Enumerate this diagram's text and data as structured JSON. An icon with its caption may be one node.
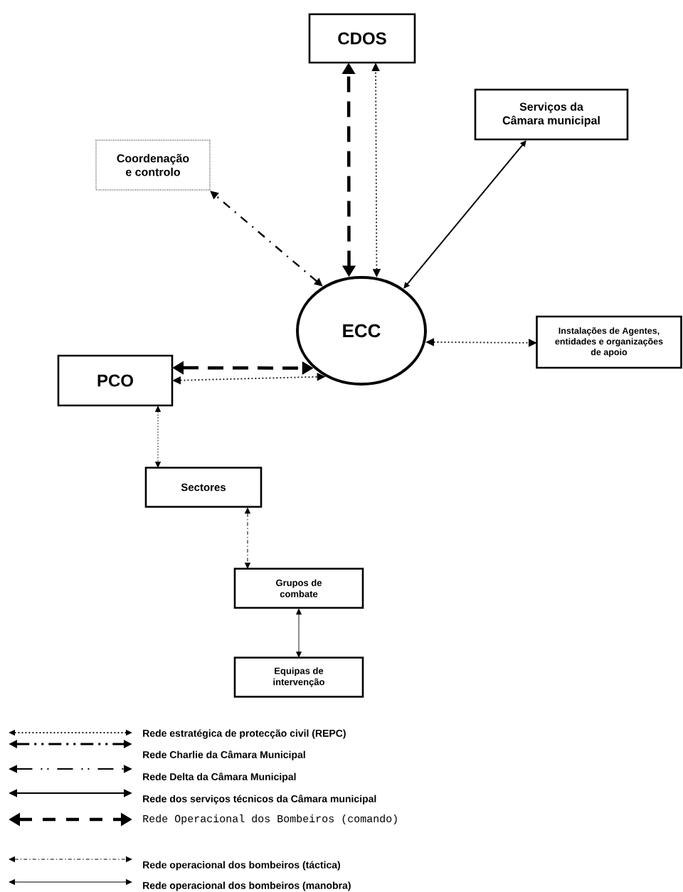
{
  "diagram": {
    "nodes": [
      {
        "text": [
          "CDOS"
        ]
      },
      {
        "text": [
          "Serviços da Câmara municipal"
        ]
      },
      {
        "text": [
          "Coordenação e controlo"
        ]
      },
      {
        "text": [
          "ECC"
        ]
      },
      {
        "text": [
          "Instalações de Agentes, entidades e organizações de apoio"
        ]
      },
      {
        "text": [
          "PCO"
        ]
      },
      {
        "text": [
          "Sectores"
        ]
      },
      {
        "text": [
          "Grupos de combate"
        ]
      },
      {
        "text": [
          "Equipas de intervenção"
        ]
      }
    ],
    "edges": [
      {
        "from": 3,
        "to": 0,
        "arrow": "both",
        "style": "dashed"
      },
      {
        "from": 3,
        "to": 0,
        "arrow": "both",
        "style": "dashed"
      },
      {
        "from": 3,
        "to": 1,
        "arrow": "both"
      },
      {
        "from": 3,
        "to": 2,
        "arrow": "both",
        "style": "dashed"
      },
      {
        "from": 3,
        "to": 4,
        "arrow": "both",
        "style": "dashed"
      },
      {
        "from": 5,
        "to": 3,
        "arrow": "both",
        "style": "dashed"
      },
      {
        "from": 5,
        "to": 3,
        "arrow": "both",
        "style": "dashed"
      },
      {
        "from": 5,
        "to": 6,
        "arrow": "both",
        "style": "dashed"
      },
      {
        "from": 6,
        "to": 7,
        "arrow": "both",
        "style": "dashed"
      },
      {
        "from": 7,
        "to": 8,
        "arrow": "both"
      }
    ],
    "legend": [
      {
        "text": "Rede estratégica de protecção civil (REPC)"
      },
      {
        "text": "Rede Charlie da Câmara Municipal"
      },
      {
        "text": "Rede Delta da Câmara Municipal"
      },
      {
        "text": "Rede dos serviços técnicos da Câmara municipal"
      },
      {
        "text": "Rede Operacional dos Bombeiros (comando)"
      },
      {
        "text": "Rede operacional dos bombeiros (táctica)"
      },
      {
        "text": "Rede operacional dos bombeiros (manobra)"
      }
    ]
  }
}
